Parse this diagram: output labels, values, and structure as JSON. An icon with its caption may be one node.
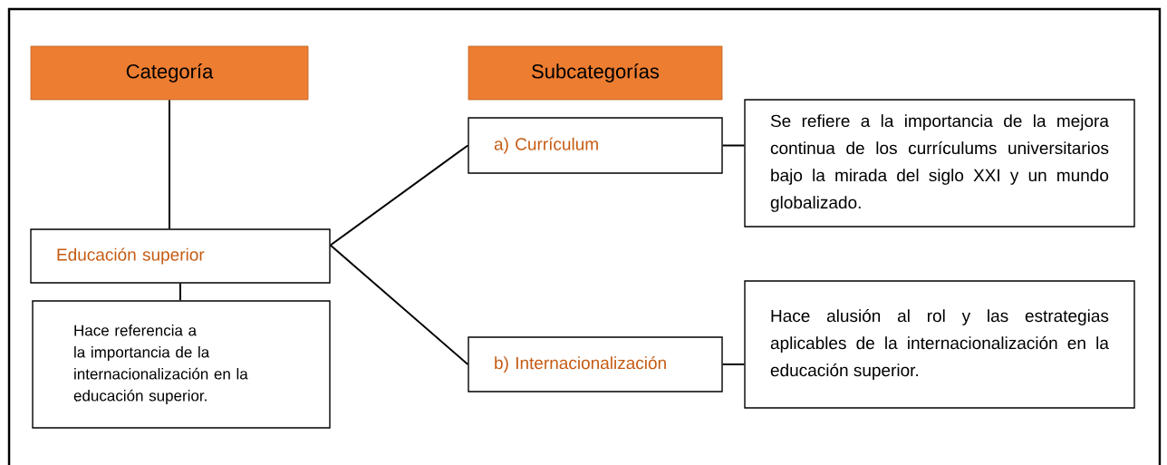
{
  "diagram": {
    "nodes": [
      {
        "text": [
          "Categoría"
        ]
      },
      {
        "text": [
          "Subcategorías"
        ]
      },
      {
        "text": [
          "Educación superior"
        ]
      },
      {
        "text": [
          "Hace referencia a la importancia de la internacionalización en la educación superior."
        ]
      },
      {
        "text": [
          "a) Currículum"
        ]
      },
      {
        "text": [
          "Se refiere a la importancia de la mejora continua de los currículums universitarios bajo la mirada del siglo XXI y un mundo globalizado."
        ]
      },
      {
        "text": [
          "b) Internacionalización"
        ]
      },
      {
        "text": [
          "Hace alusión al rol y las estrategias aplicables de la internacionalización en la educación superior."
        ]
      }
    ],
    "edges": [
      {
        "from": 0,
        "to": 2,
        "arrow": "none"
      },
      {
        "from": 2,
        "to": 3,
        "arrow": "none"
      },
      {
        "from": 2,
        "to": 4,
        "arrow": "none"
      },
      {
        "from": 2,
        "to": 6,
        "arrow": "none"
      },
      {
        "from": 4,
        "to": 5,
        "arrow": "none"
      },
      {
        "from": 6,
        "to": 7,
        "arrow": "none"
      }
    ]
  }
}
